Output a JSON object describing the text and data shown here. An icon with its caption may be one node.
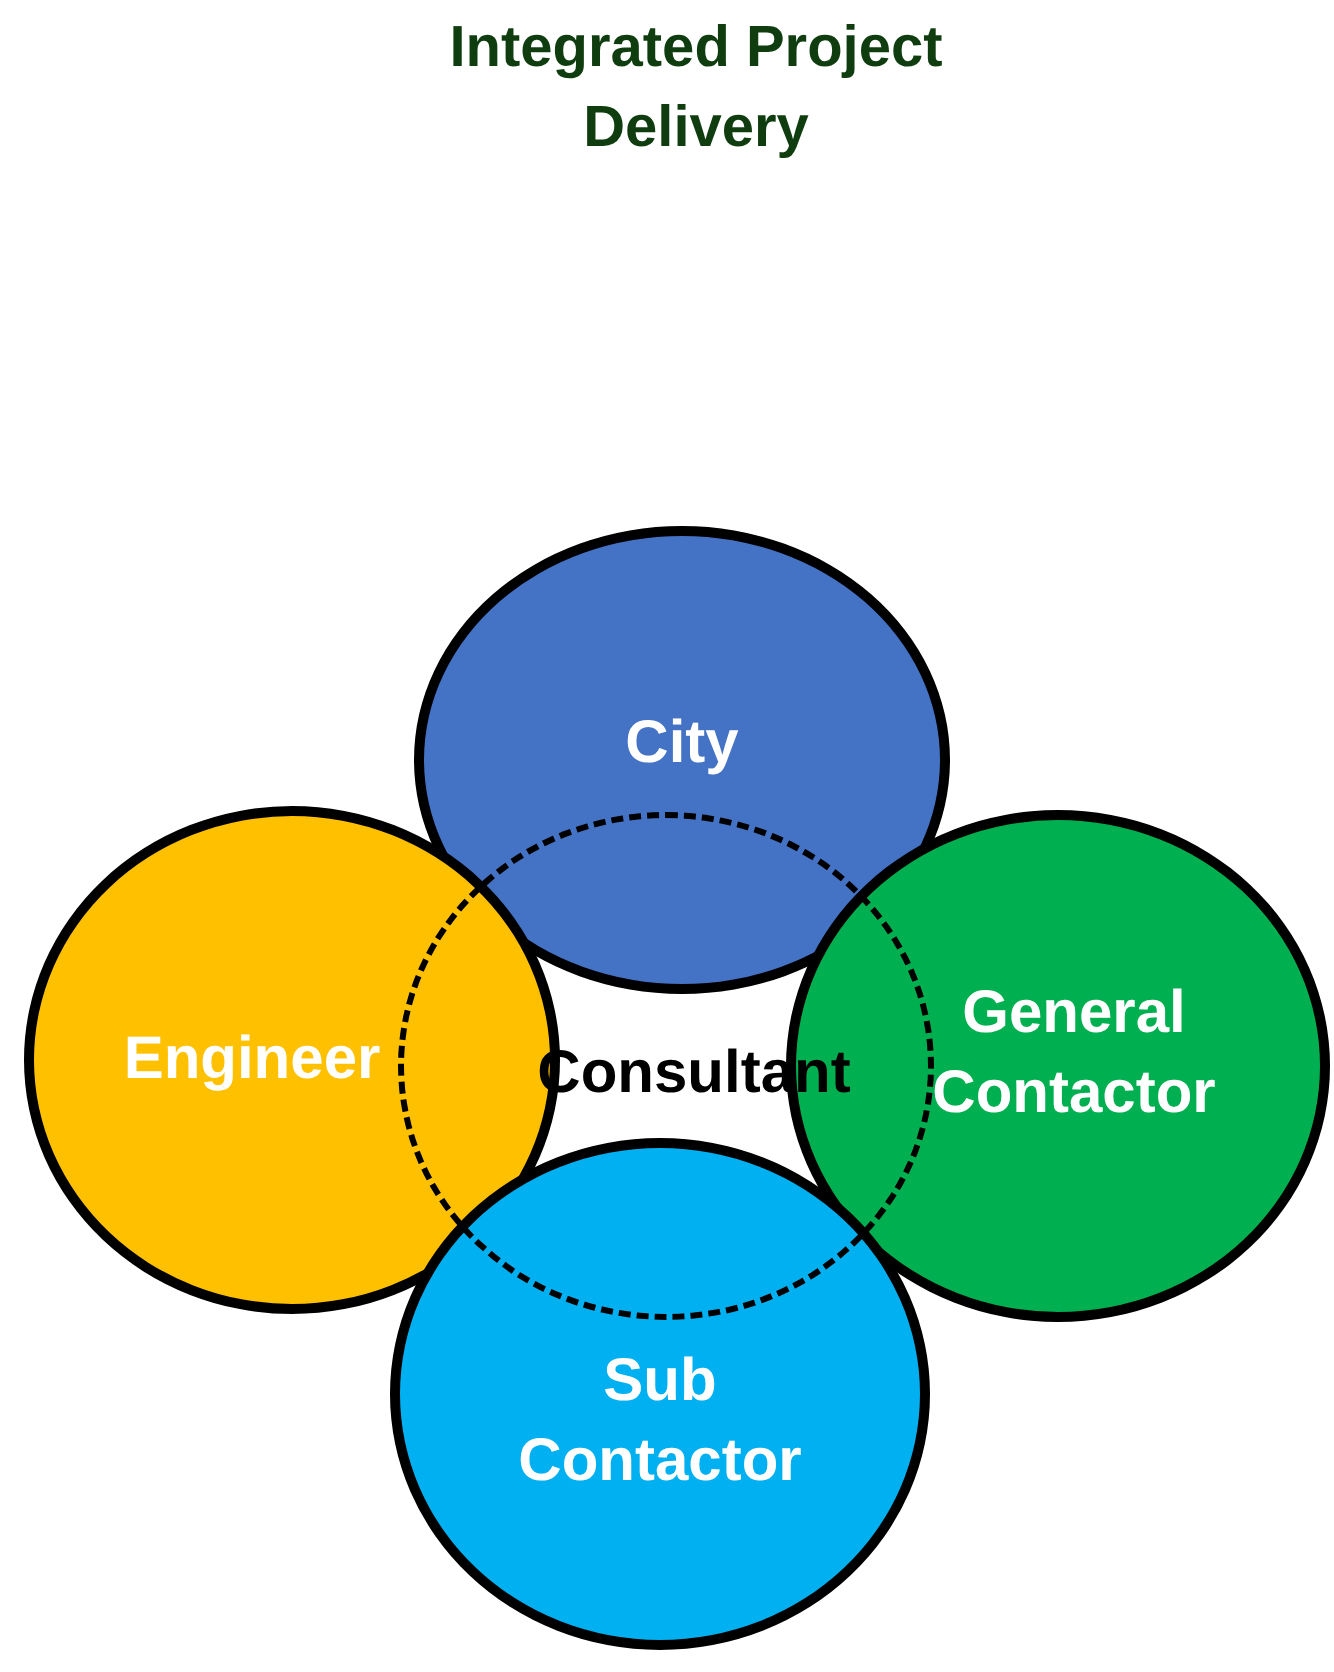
{
  "diagram": {
    "title": "Integrated Project Delivery",
    "nodes": [
      {
        "text": [
          "City"
        ]
      },
      {
        "text": [
          "Engineer"
        ]
      },
      {
        "text": [
          "Consultant"
        ]
      },
      {
        "text": [
          "General Contactor"
        ]
      },
      {
        "text": [
          "Sub Contactor"
        ]
      }
    ]
  }
}
